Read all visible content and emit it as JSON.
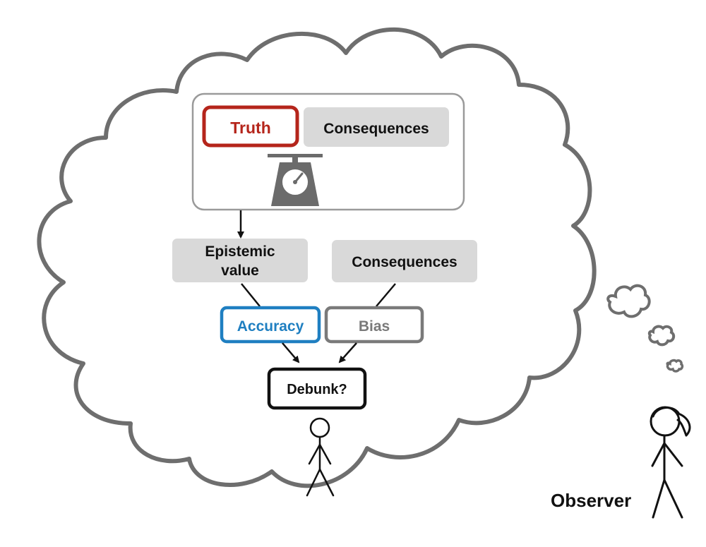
{
  "scale_panel": {
    "truth_label": "Truth",
    "consequences_label": "Consequences"
  },
  "factors": {
    "epistemic_line1": "Epistemic",
    "epistemic_line2": "value",
    "consequences_label": "Consequences"
  },
  "outcomes": {
    "accuracy_label": "Accuracy",
    "bias_label": "Bias"
  },
  "decision": {
    "label": "Debunk?"
  },
  "observer": {
    "label": "Observer"
  },
  "colors": {
    "truth_red": "#b5251b",
    "accuracy_blue": "#1f7fc1",
    "bias_gray": "#7a7a7a",
    "box_fill_gray": "#d9d9d9",
    "cloud_stroke": "#6e6e6e",
    "scale_gray": "#6b6b6b"
  },
  "icons": {
    "scale": "weighing-scale-icon",
    "thinker": "stick-figure-icon",
    "observer": "stick-figure-ponytail-icon"
  }
}
